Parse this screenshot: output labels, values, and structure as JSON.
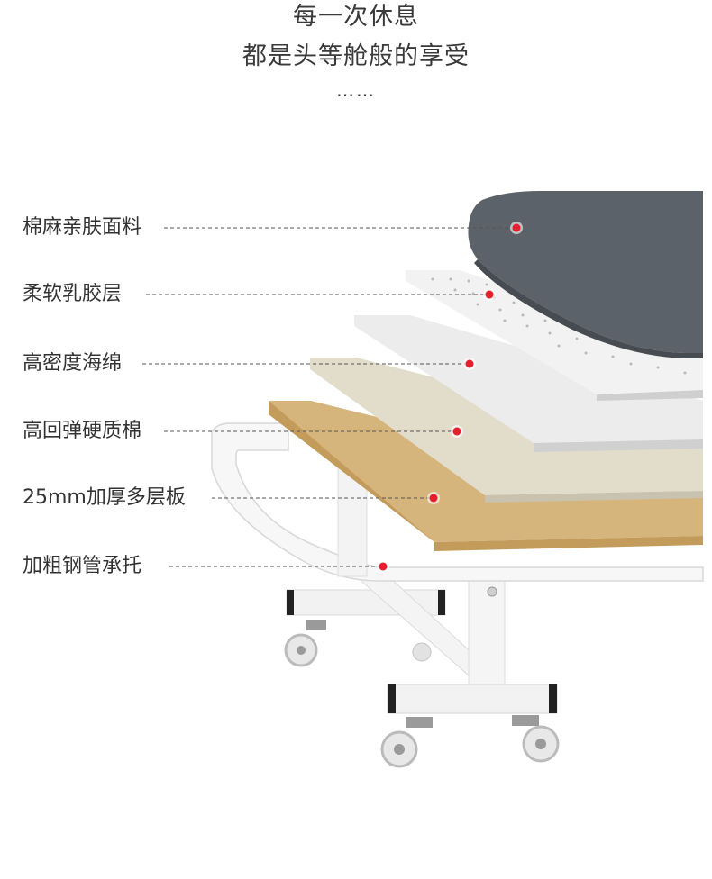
{
  "header": {
    "line1": "每一次休息",
    "line2": "都是头等舱般的享受",
    "ellipsis": "……"
  },
  "layers": [
    {
      "label": "棉麻亲肤面料"
    },
    {
      "label": "柔软乳胶层"
    },
    {
      "label": "高密度海绵"
    },
    {
      "label": "高回弹硬质棉"
    },
    {
      "label": "25mm加厚多层板"
    },
    {
      "label": "加粗钢管承托"
    }
  ],
  "colors": {
    "marker": "#e5202e",
    "fabric": "#5a6068",
    "latex": "#f3f3f3",
    "sponge": "#ebebeb",
    "cotton": "#ddd6c4",
    "board": "#d4b27a",
    "steel": "#f5f5f5"
  }
}
